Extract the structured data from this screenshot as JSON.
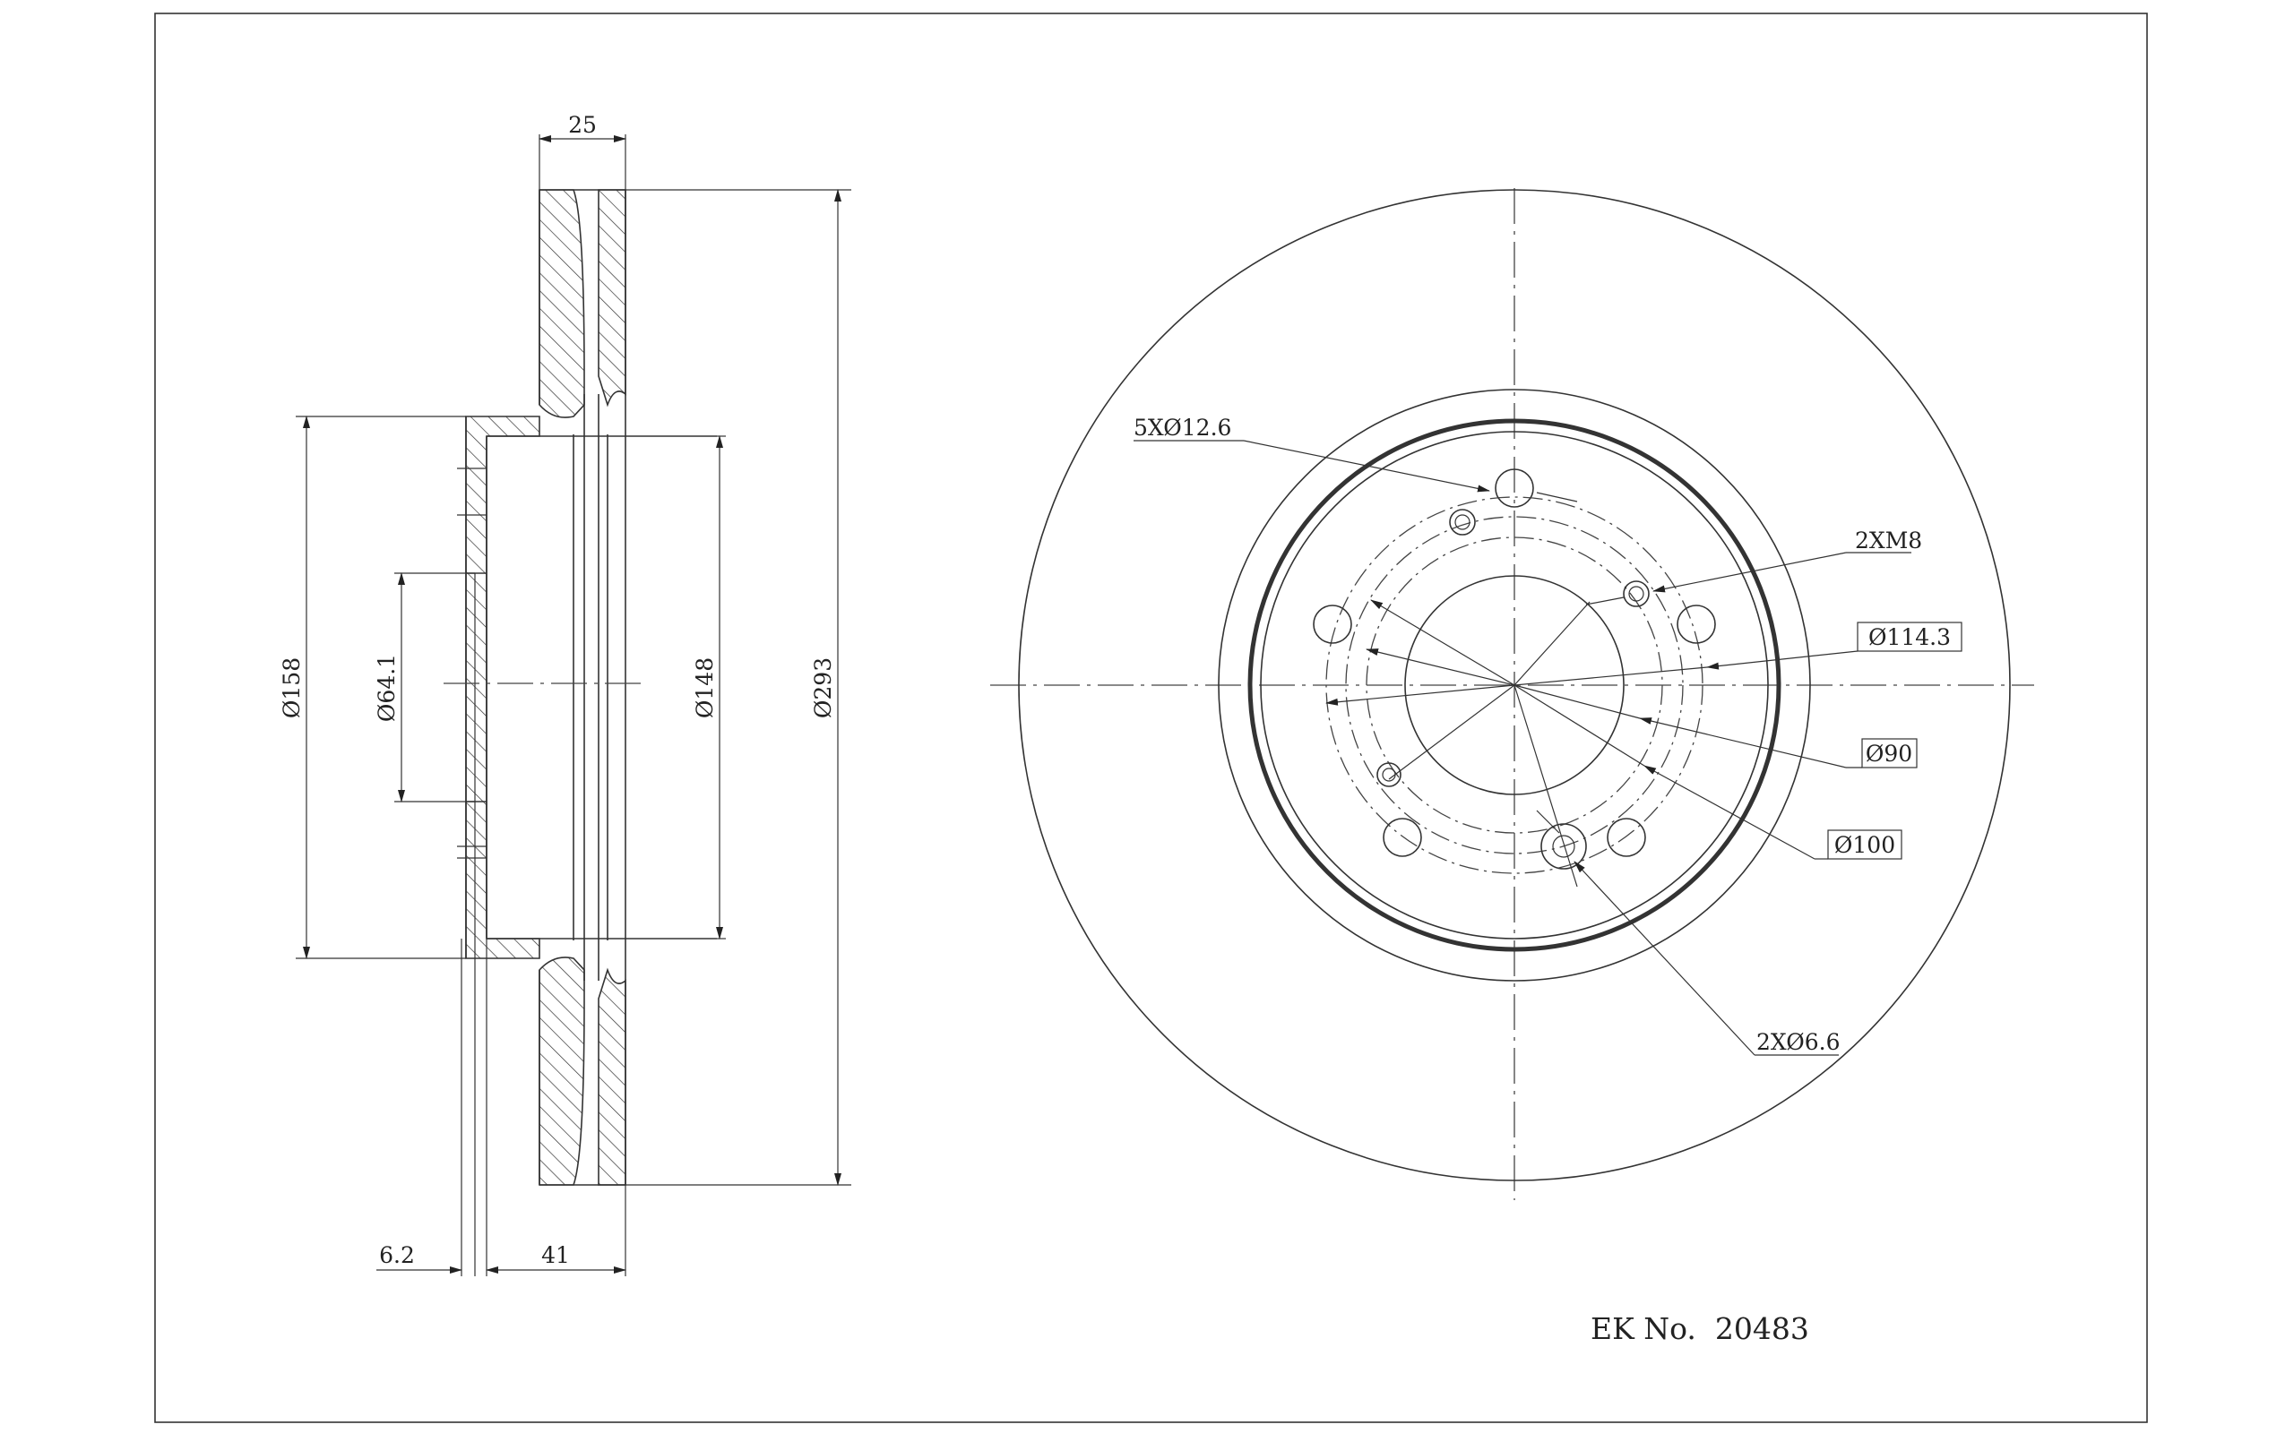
{
  "side_view": {
    "width_label": "25",
    "diameter_158_label": "Ø158",
    "diameter_64_label": "Ø64.1",
    "diameter_148_label": "Ø148",
    "diameter_293_label": "Ø293",
    "offset_label": "6.2",
    "height_label": "41"
  },
  "front_view": {
    "bolt_holes_label": "5XØ12.6",
    "threads_label": "2XM8",
    "pcd_label": "Ø114.3",
    "hub_label": "Ø90",
    "ring_label": "Ø100",
    "pin_holes_label": "2XØ6.6"
  },
  "part_number": "EK No.  20483"
}
